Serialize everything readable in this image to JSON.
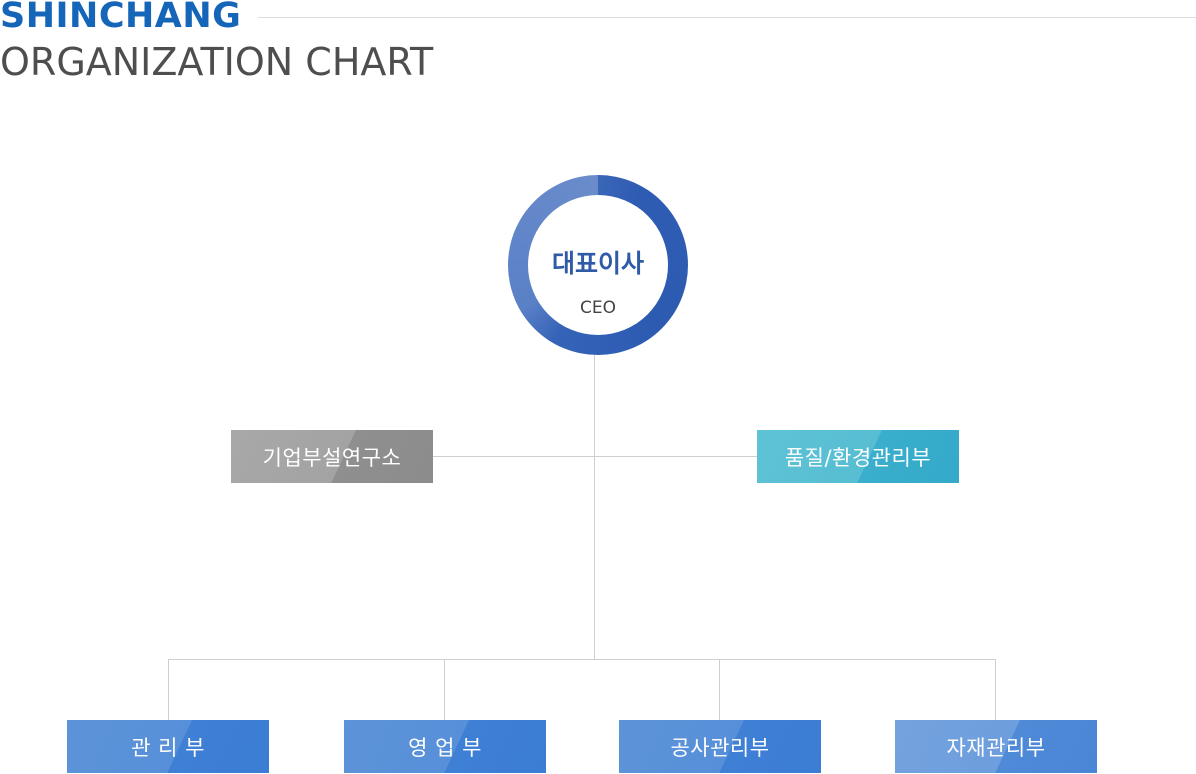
{
  "header": {
    "brand": "SHINCHANG",
    "title": "ORGANIZATION CHART"
  },
  "ceo": {
    "name": "대표이사",
    "subtitle": "CEO"
  },
  "side_units": {
    "left": "기업부설연구소",
    "right": "품질/환경관리부"
  },
  "departments": [
    "관 리 부",
    "영 업 부",
    "공사관리부",
    "자재관리부"
  ],
  "colors": {
    "brand": "#1565b8",
    "ceo_ring": "#2f5cb3",
    "research_box": "#a3a3a3",
    "quality_box": "#4db8d0",
    "department_box": "#4a88d8",
    "connector": "#cfcfcf"
  }
}
